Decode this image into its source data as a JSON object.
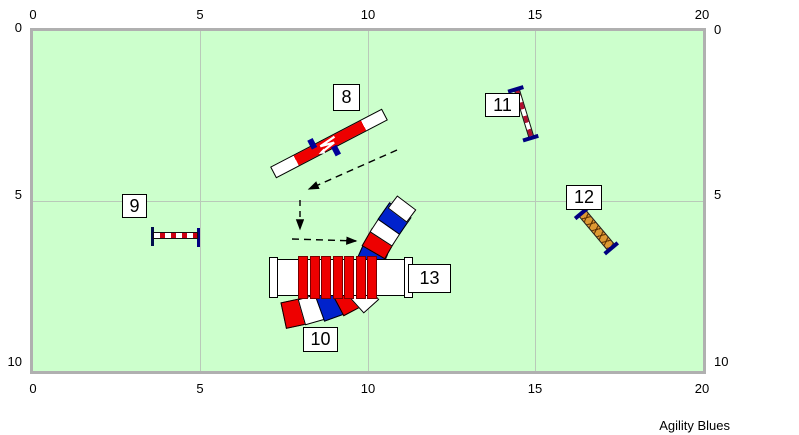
{
  "footer": {
    "course_name": "Agility Blues"
  },
  "axes": {
    "top": [
      "0",
      "5",
      "10",
      "15",
      "20"
    ],
    "bottom": [
      "0",
      "5",
      "10",
      "15",
      "20"
    ],
    "left": [
      "0",
      "5",
      "10"
    ],
    "right": [
      "0",
      "5",
      "10"
    ]
  },
  "obstacles": [
    {
      "number": "8",
      "type": "seesaw"
    },
    {
      "number": "9",
      "type": "bar-jump"
    },
    {
      "number": "10",
      "type": "curved-tunnel"
    },
    {
      "number": "11",
      "type": "bar-jump"
    },
    {
      "number": "12",
      "type": "plank-jump"
    },
    {
      "number": "13",
      "type": "straight-tunnel"
    }
  ],
  "colors": {
    "field_background": "#ccffcc",
    "field_border": "#b0b0b0",
    "grid_line": "#b9c9b9",
    "obstacle_red": "#ee0000",
    "obstacle_blue": "#0022cc",
    "wing_navy": "#000080",
    "pole_orange": "#dd9933"
  }
}
